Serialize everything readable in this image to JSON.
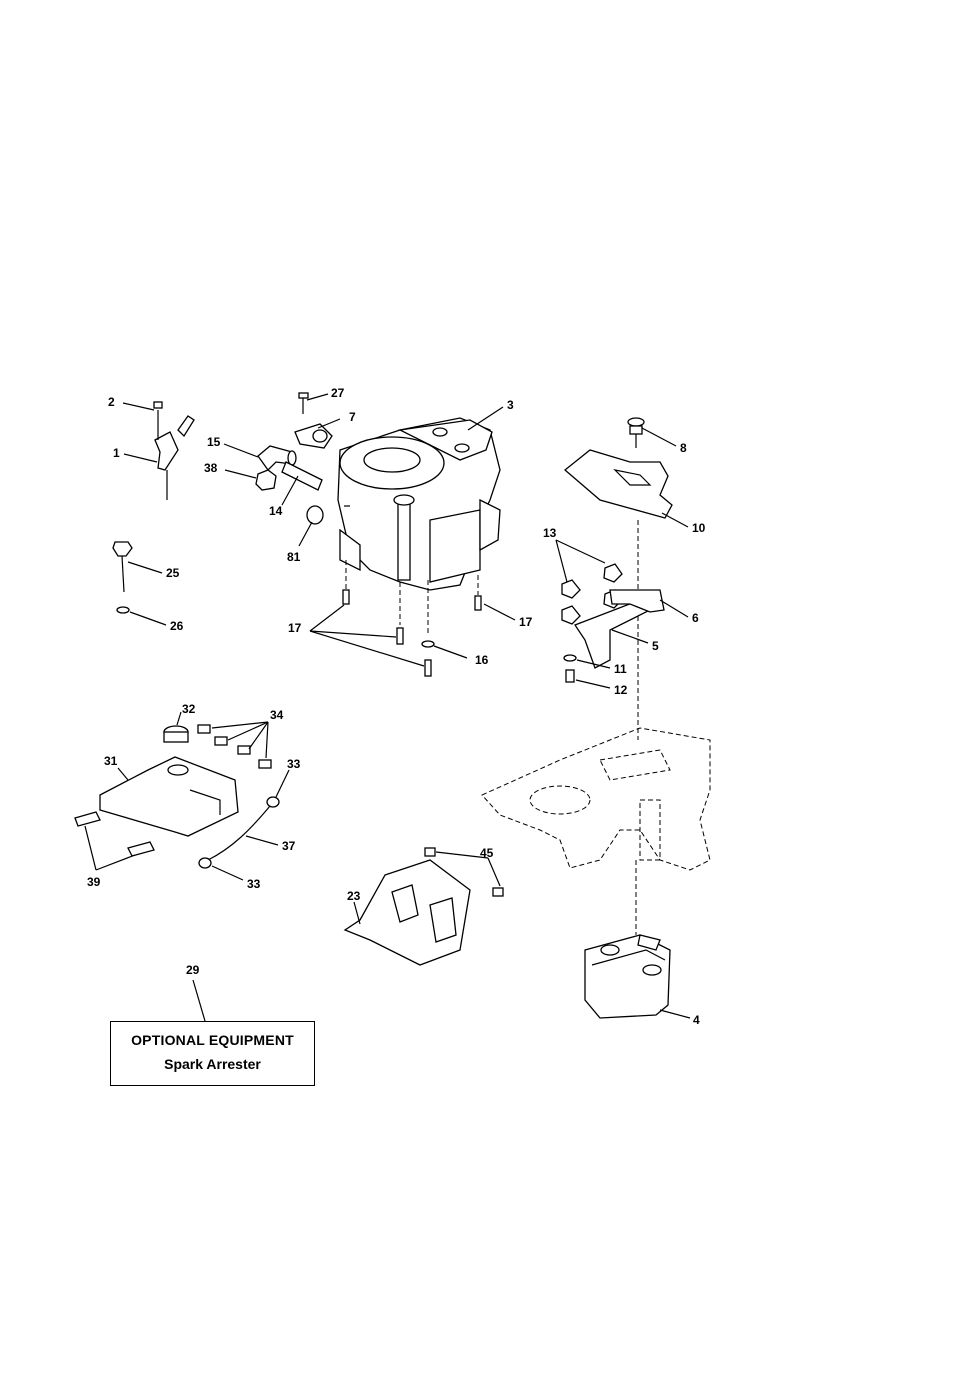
{
  "callouts": {
    "c1": "1",
    "c2": "2",
    "c3": "3",
    "c4": "4",
    "c5": "5",
    "c6": "6",
    "c7": "7",
    "c8": "8",
    "c10": "10",
    "c11": "11",
    "c12": "12",
    "c13": "13",
    "c14": "14",
    "c15": "15",
    "c16": "16",
    "c17a": "17",
    "c17b": "17",
    "c23": "23",
    "c25": "25",
    "c26": "26",
    "c27": "27",
    "c29": "29",
    "c31": "31",
    "c32": "32",
    "c33a": "33",
    "c33b": "33",
    "c34": "34",
    "c37": "37",
    "c38": "38",
    "c39": "39",
    "c45": "45",
    "c81": "81"
  },
  "optional_box": {
    "title": "OPTIONAL EQUIPMENT",
    "subtitle": "Spark Arrester"
  }
}
